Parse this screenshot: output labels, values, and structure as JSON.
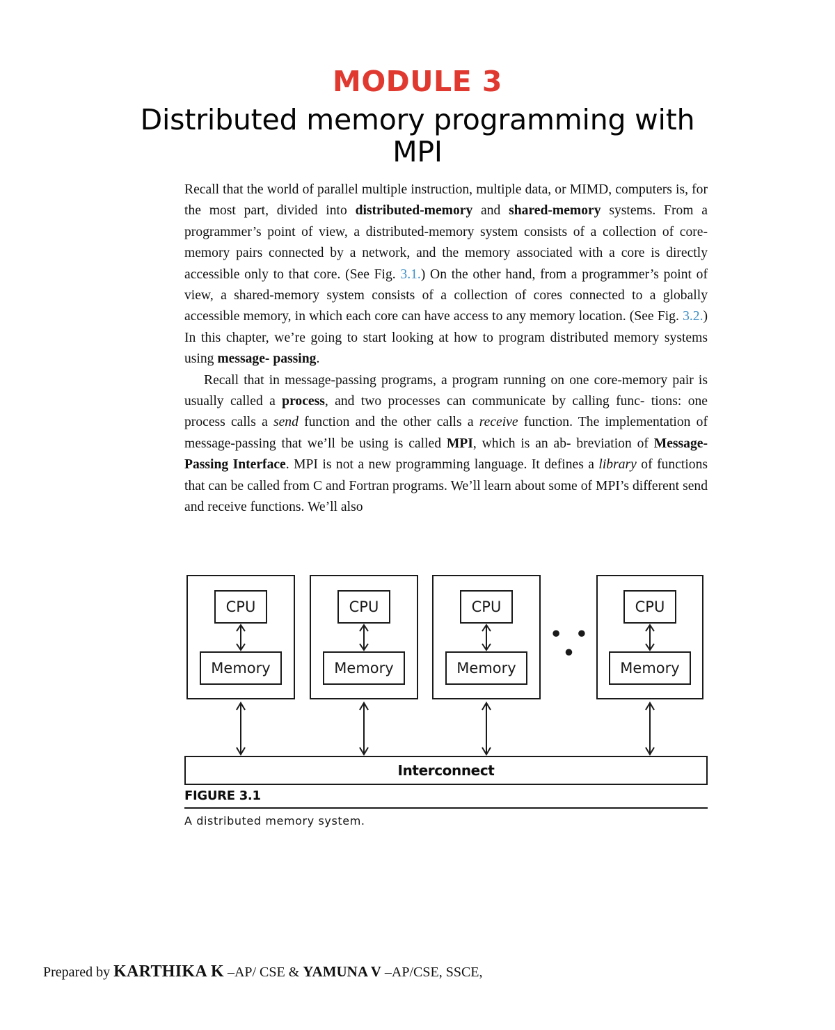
{
  "document": {
    "module_title": "MODULE 3",
    "module_title_color": "#e0392f",
    "subtitle_line1": "Distributed memory programming with",
    "subtitle_line2": "MPI"
  },
  "body": {
    "paragraph1": {
      "seg1": "Recall that the world of parallel multiple instruction, multiple data, or MIMD, computers is, for the most part, divided into ",
      "bold1": "distributed-memory",
      "seg2": " and ",
      "bold2": "shared-memory",
      "seg3": " systems. From a programmer’s point of view, a distributed-memory system consists of a collection of core-memory pairs connected by a network, and the memory associated with a core is directly accessible only to that core. (See Fig. ",
      "ref1": "3.1.",
      "seg4": ") On the other hand, from a programmer’s point of view, a shared-memory system consists of a collection of cores connected to a globally accessible memory, in which each core can have access to any memory location. (See Fig. ",
      "ref2": "3.2.",
      "seg5": ") In this chapter, we’re going to start looking at how to program distributed memory systems using ",
      "bold3": "message- passing",
      "seg6": "."
    },
    "paragraph2": {
      "seg1": "Recall that in message-passing programs, a program running on one core-memory pair is usually called a ",
      "bold1": "process",
      "seg2": ", and two processes can communicate by calling func- tions: one process calls a ",
      "italic1": "send",
      "seg3": " function and the other calls a ",
      "italic2": "receive",
      "seg4": " function. The implementation of message-passing that we’ll be using is called ",
      "bold2": "MPI",
      "seg5": ", which is an ab- breviation of ",
      "bold3": "Message-Passing Interface",
      "seg6": ". MPI is not a new programming language. It defines a ",
      "italic3": "library",
      "seg7": " of functions that can be called from C and Fortran programs. We’ll learn about some of MPI’s different send and receive functions. We’ll also"
    }
  },
  "figure": {
    "nodes": [
      {
        "cpu_label": "CPU",
        "memory_label": "Memory"
      },
      {
        "cpu_label": "CPU",
        "memory_label": "Memory"
      },
      {
        "cpu_label": "CPU",
        "memory_label": "Memory"
      },
      {
        "cpu_label": "CPU",
        "memory_label": "Memory"
      }
    ],
    "ellipsis": "• • •",
    "interconnect_label": "Interconnect",
    "caption_label": "FIGURE 3.1",
    "caption_description": "A distributed memory system.",
    "line_color": "#1a1a1a"
  },
  "footer": {
    "prefix": "Prepared by ",
    "name1": "KARTHIKA K",
    "mid": " –AP/ CSE & ",
    "name2": "YAMUNA V",
    "suffix": " –AP/CSE, SSCE,"
  }
}
